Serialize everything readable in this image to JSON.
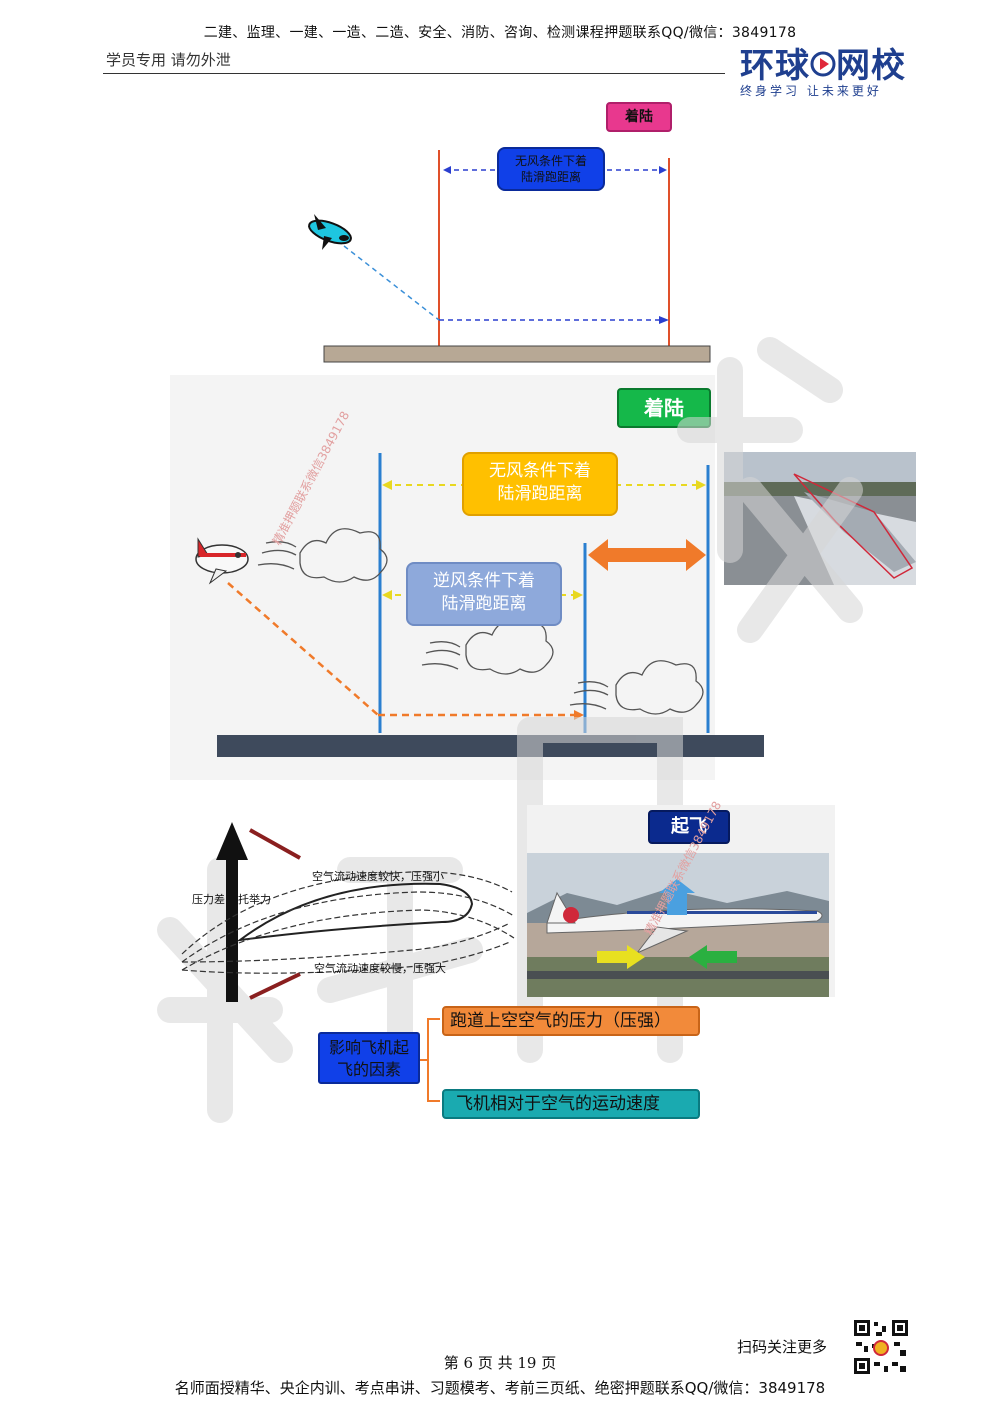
{
  "header": {
    "top_line": "二建、监理、一建、一造、二造、安全、消防、咨询、检测课程押题联系QQ/微信：3849178",
    "sub_left": "学员专用 请勿外泄",
    "logo_name_a": "环球",
    "logo_name_b": "网校",
    "logo_slogan": "终身学习 让未来更好"
  },
  "diagram1": {
    "tag": "着陆",
    "box_line1": "无风条件下着",
    "box_line2": "陆滑跑距离"
  },
  "diagram2": {
    "tag": "着陆",
    "box_top_line1": "无风条件下着",
    "box_top_line2": "陆滑跑距离",
    "box_mid_line1": "逆风条件下着",
    "box_mid_line2": "陆滑跑距离",
    "watermark_text": "精准押题联系微信3849178"
  },
  "diagram3": {
    "label_top": "空气流动速度较快，压强小",
    "label_bottom": "空气流动速度较慢，压强大",
    "label_pressure": "压力差",
    "label_lift": "托举力",
    "tag": "起飞",
    "watermark_text": "精准押题联系微信3849178"
  },
  "factors": {
    "root_line1": "影响飞机起",
    "root_line2": "飞的因素",
    "item1": "跑道上空空气的压力（压强）",
    "item2": "飞机相对于空气的运动速度"
  },
  "footer": {
    "page": "第 6 页 共 19 页",
    "line": "名师面授精华、央企内训、考点串讲、习题模考、考前三页纸、绝密押题联系QQ/微信：3849178",
    "qr_label": "扫码关注更多"
  }
}
